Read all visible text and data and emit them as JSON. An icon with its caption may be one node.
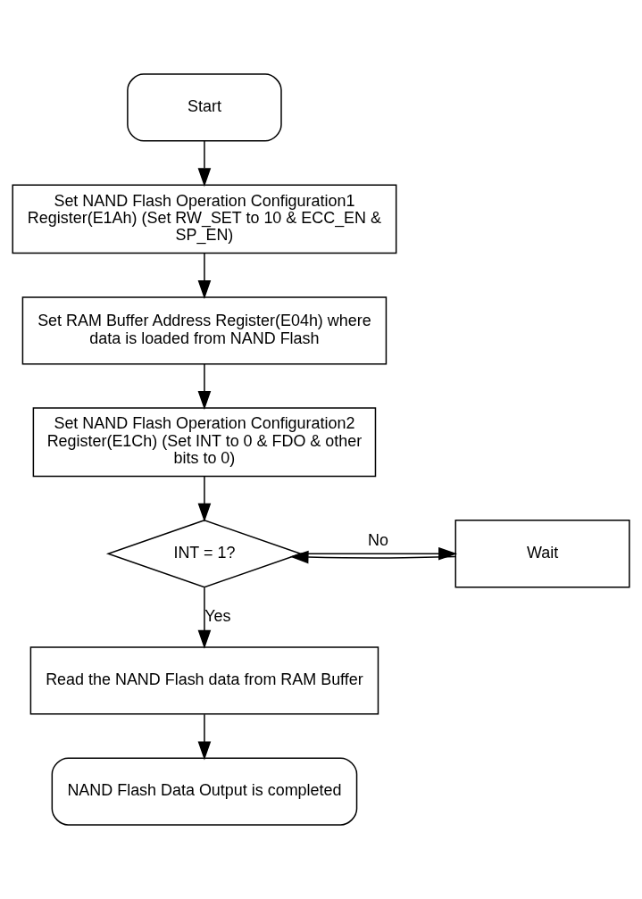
{
  "diagram": {
    "nodes": [
      {
        "text": [
          "Start"
        ]
      },
      {
        "text": [
          "Set NAND Flash Operation Configuration1 Register(E1Ah) (Set RW_SET to 10 & ECC_EN & SP_EN)"
        ]
      },
      {
        "text": [
          "Set RAM Buffer Address Register(E04h) where data is loaded from NAND Flash"
        ]
      },
      {
        "text": [
          "Set NAND Flash Operation Configuration2 Register(E1Ch) (Set INT to 0 & FDO & other bits to 0)"
        ]
      },
      {
        "text": [
          "INT = 1?"
        ]
      },
      {
        "text": [
          "Wait"
        ]
      },
      {
        "text": [
          "Read the NAND Flash data from RAM Buffer"
        ]
      },
      {
        "text": [
          "NAND Flash Data Output is completed"
        ]
      }
    ],
    "edges": [
      {
        "from": 0,
        "to": 1,
        "arrow": "to"
      },
      {
        "from": 1,
        "to": 2,
        "arrow": "to"
      },
      {
        "from": 2,
        "to": 3,
        "arrow": "to"
      },
      {
        "from": 3,
        "to": 4,
        "arrow": "to"
      },
      {
        "from": 4,
        "to": 5,
        "arrow": "to",
        "label": "No"
      },
      {
        "from": 5,
        "to": 4,
        "arrow": "to"
      },
      {
        "from": 4,
        "to": 6,
        "arrow": "to",
        "label": "Yes"
      },
      {
        "from": 6,
        "to": 7,
        "arrow": "to"
      }
    ]
  }
}
